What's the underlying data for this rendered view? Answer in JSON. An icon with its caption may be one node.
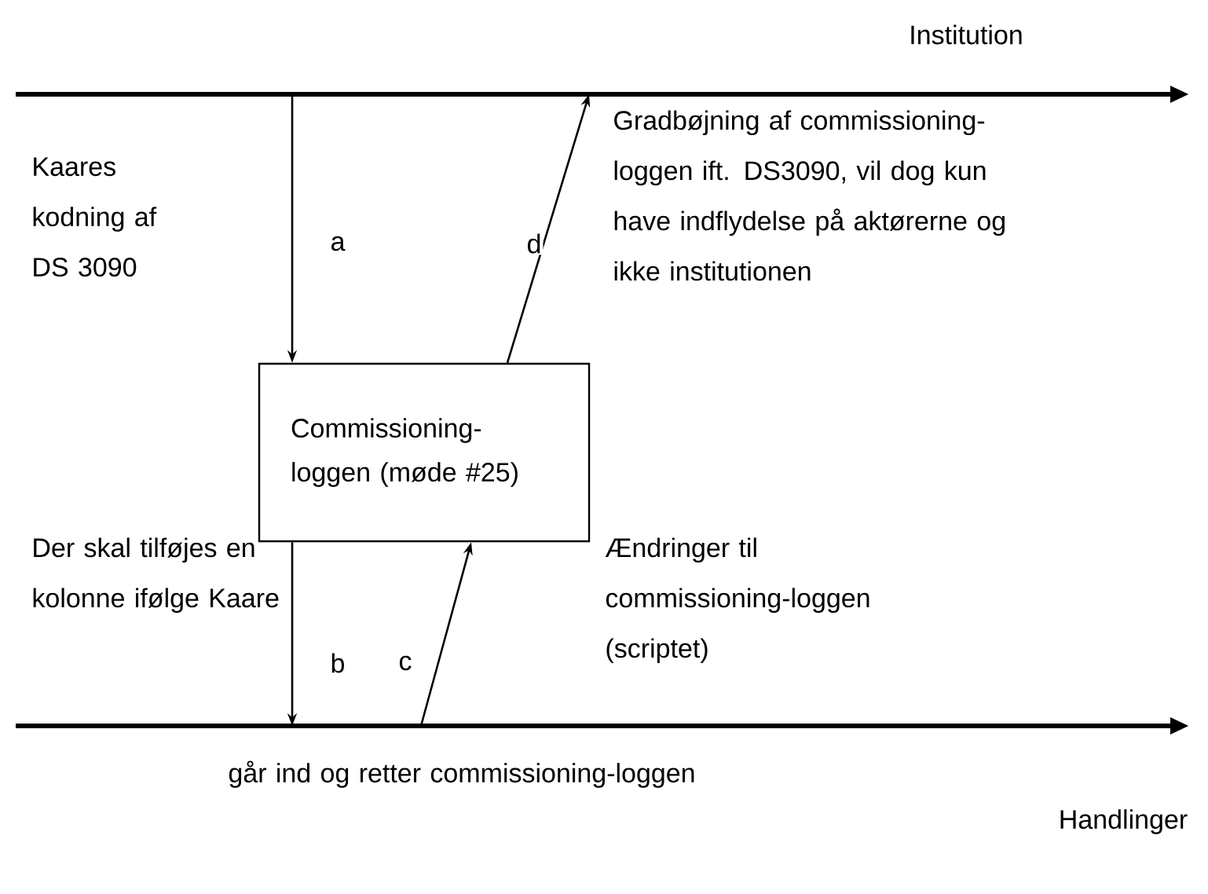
{
  "diagram": {
    "nodes": [
      {
        "text": [],
        "shape": "bar",
        "beside": [
          "Institution"
        ]
      },
      {
        "text": [
          "Commissioning-loggen (møde #25)"
        ]
      },
      {
        "text": [],
        "shape": "bar",
        "beside": [
          "Handlinger"
        ]
      }
    ],
    "edges": [
      {
        "from": 0,
        "to": 1,
        "arrow": "to",
        "label": "a"
      },
      {
        "from": 1,
        "to": 0,
        "arrow": "to",
        "label": "d"
      },
      {
        "from": 1,
        "to": 2,
        "arrow": "to",
        "label": "b"
      },
      {
        "from": 2,
        "to": 1,
        "arrow": "to",
        "label": "c"
      }
    ],
    "labels": [
      "Kaares kodning af DS 3090",
      "Gradbøjning af commissioning-loggen ift. DS3090, vil dog kun have indflydelse på aktørerne og ikke institutionen",
      "Der skal tilføjes en kolonne ifølge Kaare",
      "Ændringer til commissioning-loggen (scriptet)",
      "går ind og retter commissioning-loggen"
    ]
  }
}
